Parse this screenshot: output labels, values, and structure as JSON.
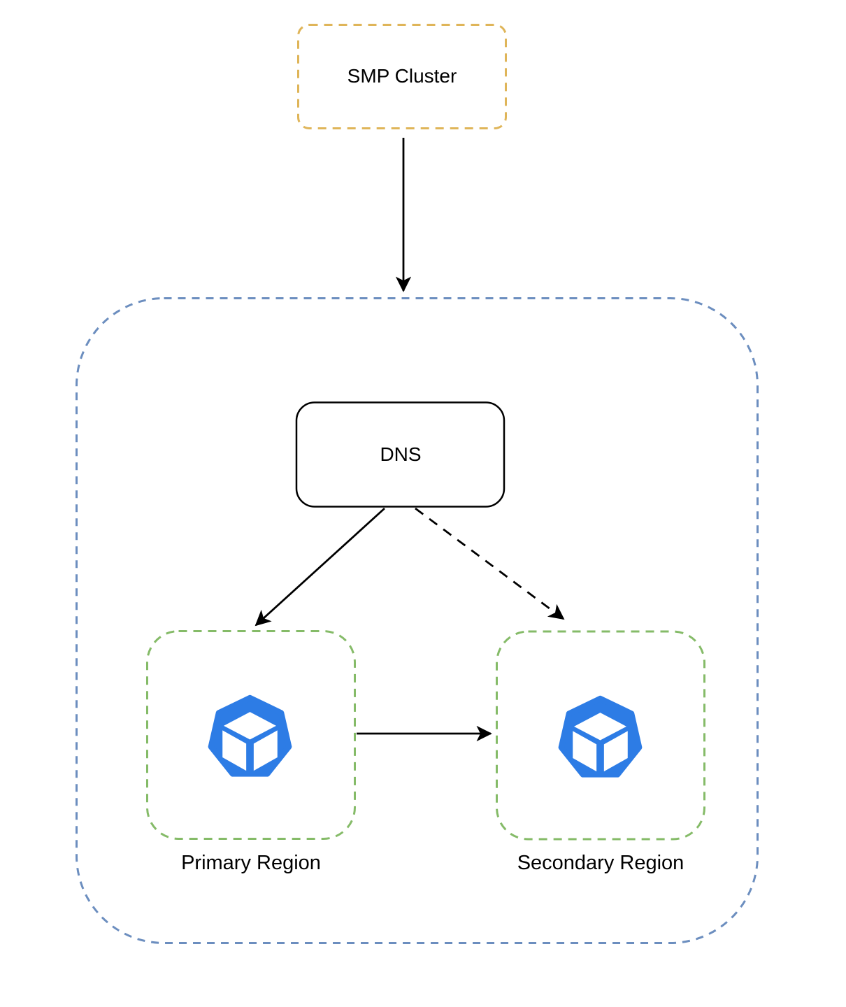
{
  "diagram": {
    "title": "SMP Cluster multi-region DNS routing diagram",
    "nodes": {
      "smp_cluster": {
        "label": "SMP Cluster",
        "border_style": "dashed",
        "border_color": "#DFB559"
      },
      "regions_container": {
        "label": "",
        "border_style": "dashed",
        "border_color": "#6C8EBF"
      },
      "dns": {
        "label": "DNS",
        "border_style": "solid",
        "border_color": "#000000"
      },
      "primary_region": {
        "label": "Primary Region",
        "border_style": "dashed",
        "border_color": "#85BB68",
        "icon": "cube-heptagon-icon"
      },
      "secondary_region": {
        "label": "Secondary Region",
        "border_style": "dashed",
        "border_color": "#85BB68",
        "icon": "cube-heptagon-icon"
      }
    },
    "edges": [
      {
        "from": "smp_cluster",
        "to": "regions_container",
        "style": "solid",
        "arrow": "end"
      },
      {
        "from": "dns",
        "to": "primary_region",
        "style": "solid",
        "arrow": "end"
      },
      {
        "from": "dns",
        "to": "secondary_region",
        "style": "dashed",
        "arrow": "end"
      },
      {
        "from": "primary_region",
        "to": "secondary_region",
        "style": "solid",
        "arrow": "end"
      }
    ],
    "colors": {
      "background": "#FFFFFF",
      "edge": "#000000",
      "smp_border": "#DFB559",
      "container_border": "#6C8EBF",
      "region_border": "#85BB68",
      "icon_blue": "#2D7CE5"
    }
  }
}
